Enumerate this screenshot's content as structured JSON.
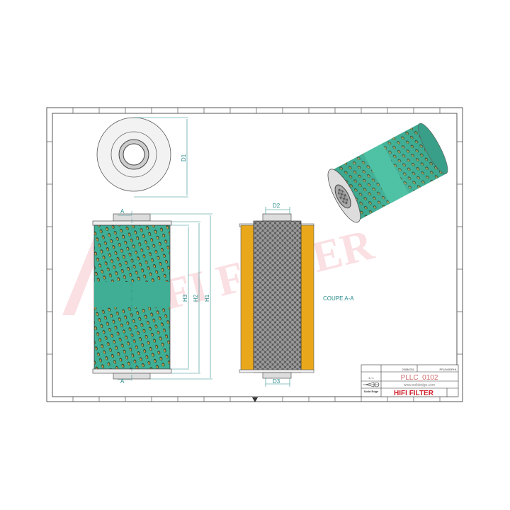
{
  "drawing": {
    "dimensions": {
      "d1": "D1",
      "d2": "D2",
      "d3": "D3",
      "h1": "H1",
      "h2": "H2",
      "h3": "H3",
      "section_marker": "A"
    },
    "section_label": "COUPE A-A",
    "watermark": "HIFI FILTER"
  },
  "title_block": {
    "part_number": "PLLC_0102",
    "website": "www.solidedge.com",
    "brand": "HIFI FILTER",
    "scale": "1 / 1",
    "software": "Solid Edge",
    "code_left": "20080311",
    "code_right": "PFU0400FHL"
  },
  "colors": {
    "filter_green": "#3fae94",
    "media_yellow": "#e9a81c",
    "watermark_red": "#f2a4b0",
    "brand_red": "#d0202a",
    "dimension": "#2a8a8a"
  }
}
